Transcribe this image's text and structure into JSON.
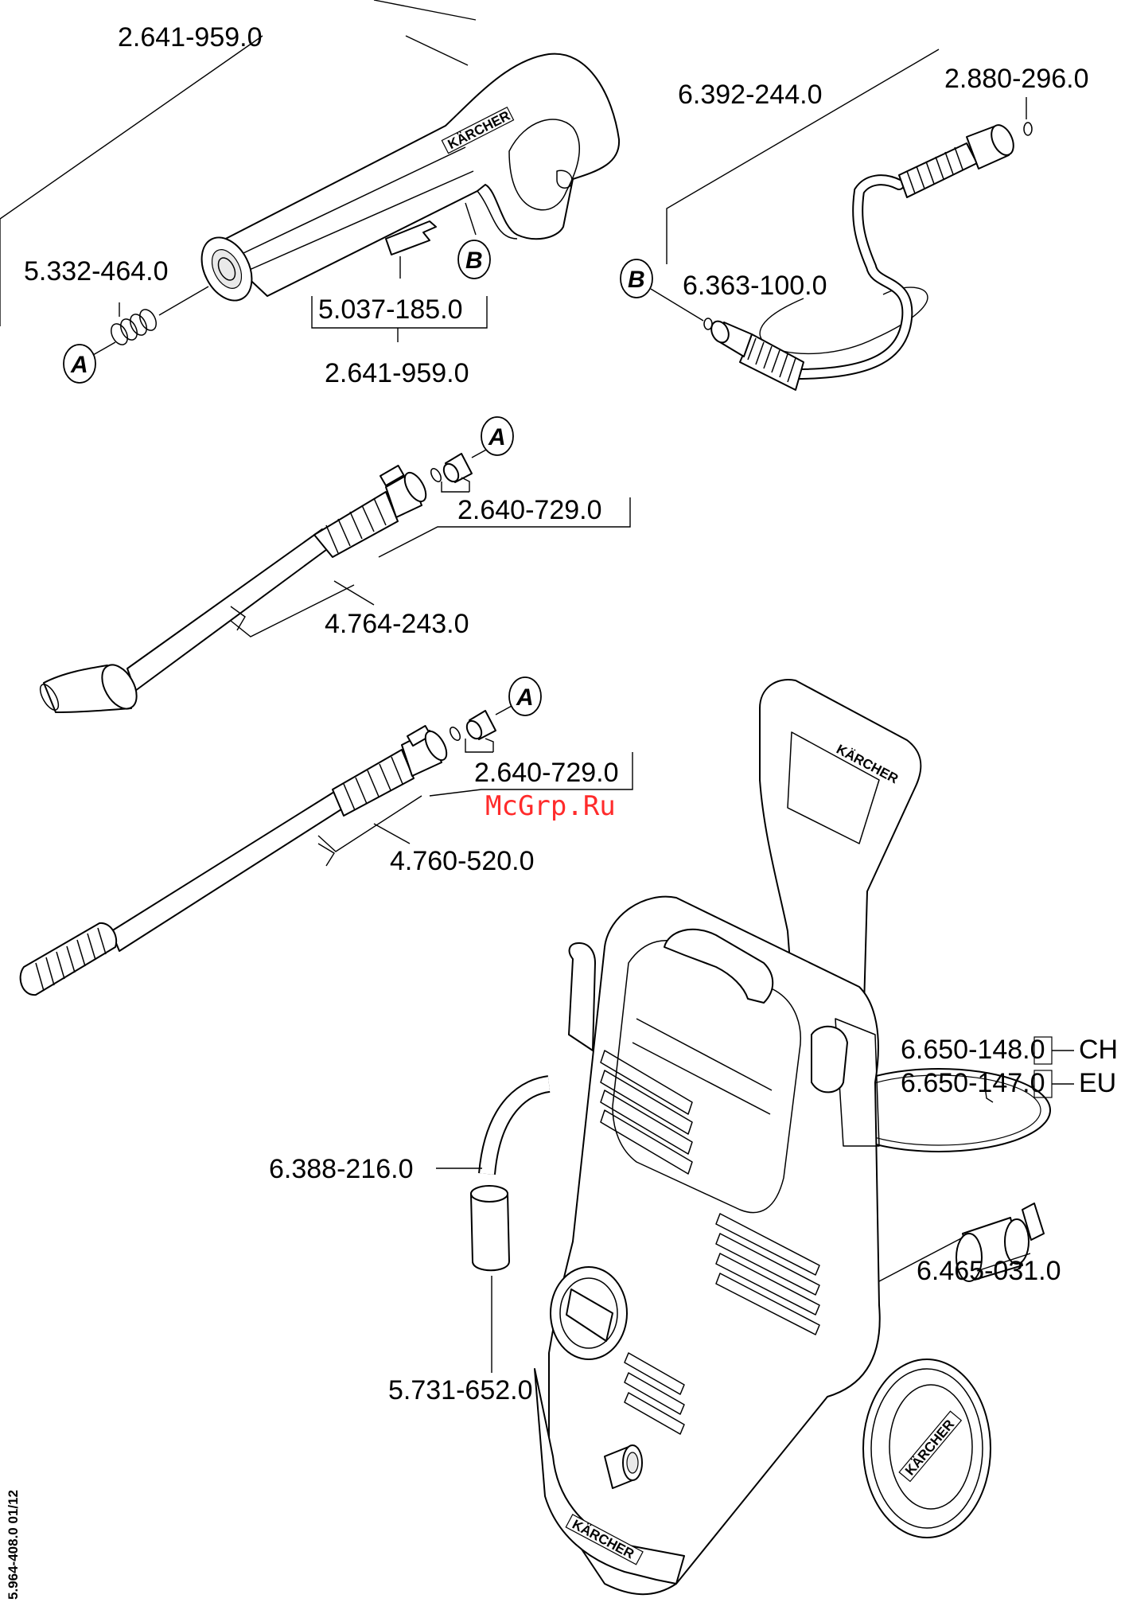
{
  "labels": {
    "gun_top": "2.641-959.0",
    "seal_gun": "5.332-464.0",
    "clip": "5.037-185.0",
    "gun_bottom": "2.641-959.0",
    "hose": "6.392-244.0",
    "oring_hose": "2.880-296.0",
    "oring_b": "6.363-100.0",
    "nozzle_set_1": "2.640-729.0",
    "lance_1": "4.764-243.0",
    "nozzle_set_2": "2.640-729.0",
    "lance_2": "4.760-520.0",
    "cable_ch": "6.650-148.0",
    "cable_ch_suffix": "CH",
    "cable_eu": "6.650-147.0",
    "cable_eu_suffix": "EU",
    "suction_hose": "6.388-216.0",
    "coupling": "6.465-031.0",
    "filter": "5.731-652.0",
    "doc_number": "5.964-408.0  01/12"
  },
  "markers": {
    "a1": "A",
    "b1": "B",
    "b2": "B",
    "a2": "A",
    "a3": "A"
  },
  "watermark": "McGrp.Ru",
  "brand": "KÄRCHER"
}
